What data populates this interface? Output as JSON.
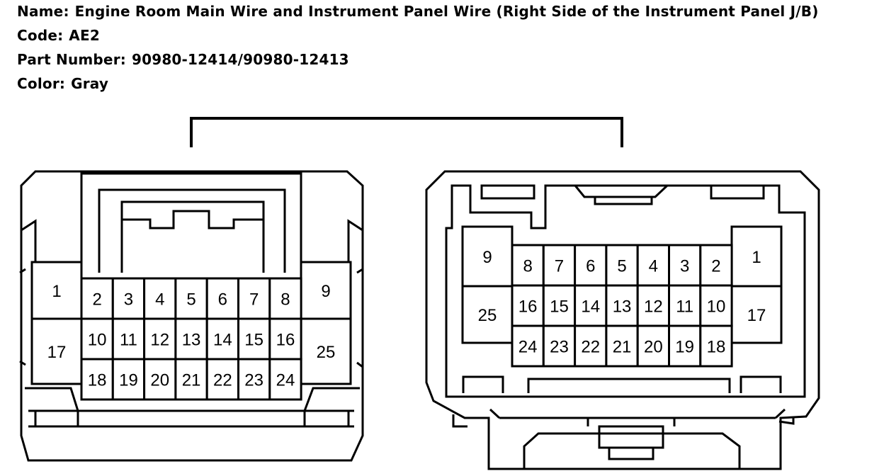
{
  "header": {
    "name_label": "Name:",
    "name_value": "Engine Room Main Wire and Instrument Panel Wire (Right Side of the Instrument Panel J/B)",
    "code_label": "Code:",
    "code_value": "AE2",
    "part_label": "Part Number:",
    "part_value": "90980-12414/90980-12413",
    "color_label": "Color:",
    "color_value": "Gray"
  },
  "connectors": {
    "left": {
      "large_pins": [
        "1",
        "17",
        "9",
        "25"
      ],
      "row1": [
        "2",
        "3",
        "4",
        "5",
        "6",
        "7",
        "8"
      ],
      "row2": [
        "10",
        "11",
        "12",
        "13",
        "14",
        "15",
        "16"
      ],
      "row3": [
        "18",
        "19",
        "20",
        "21",
        "22",
        "23",
        "24"
      ]
    },
    "right": {
      "large_pins": [
        "9",
        "25",
        "1",
        "17"
      ],
      "row1": [
        "8",
        "7",
        "6",
        "5",
        "4",
        "3",
        "2"
      ],
      "row2": [
        "16",
        "15",
        "14",
        "13",
        "12",
        "11",
        "10"
      ],
      "row3": [
        "24",
        "23",
        "22",
        "21",
        "20",
        "19",
        "18"
      ]
    }
  }
}
